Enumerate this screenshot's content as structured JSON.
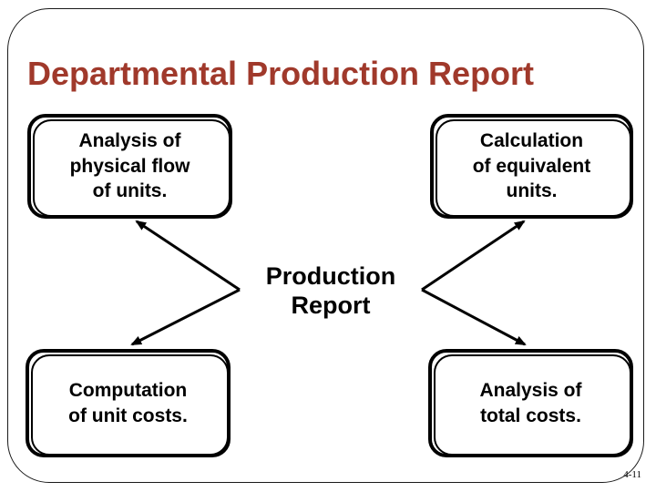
{
  "slide": {
    "title": "Departmental Production Report",
    "title_color": "#a0392b",
    "page_number": "4-11",
    "background_color": "#ffffff",
    "border_color": "#1a1a1a"
  },
  "diagram": {
    "center_label": "Production\nReport",
    "nodes": [
      {
        "id": "top-left",
        "label": "Analysis of\nphysical flow\nof units."
      },
      {
        "id": "top-right",
        "label": "Calculation\nof equivalent\nunits."
      },
      {
        "id": "bottom-left",
        "label": "Computation\nof unit costs."
      },
      {
        "id": "bottom-right",
        "label": "Analysis of\ntotal costs."
      }
    ],
    "arrow_color": "#000000",
    "arrow_description": "Two chevron connectors: left vertex and right vertex beside the center label, arrowheads pointing to each of the four boxes"
  }
}
